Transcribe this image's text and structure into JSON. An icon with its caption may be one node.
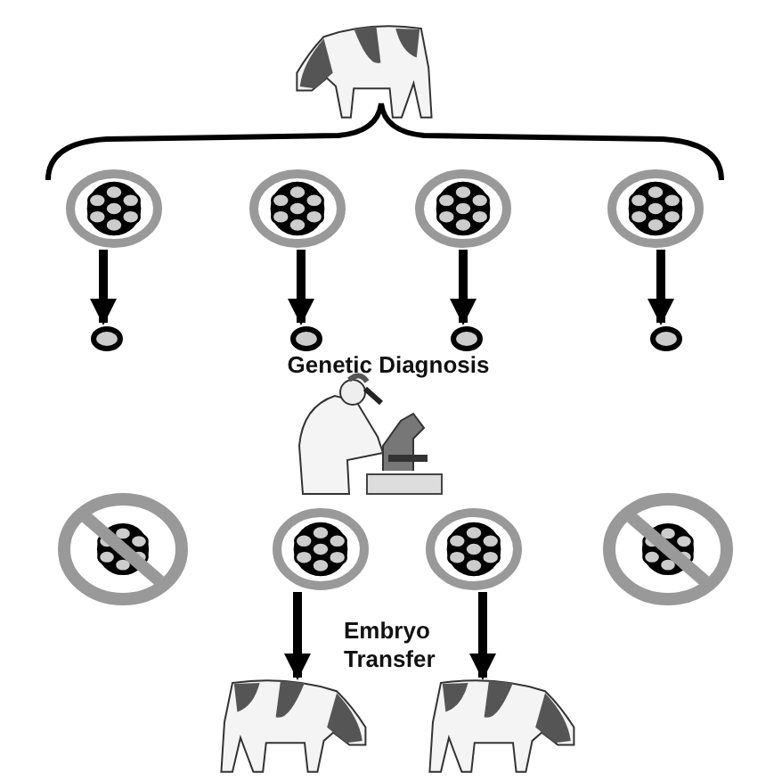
{
  "diagram": {
    "nodes": [
      {
        "text": [],
        "shape": "picture"
      },
      {
        "text": [],
        "shape": "circle"
      },
      {
        "text": [],
        "shape": "circle"
      },
      {
        "text": [],
        "shape": "circle"
      },
      {
        "text": [],
        "shape": "circle"
      },
      {
        "text": [],
        "shape": "circle"
      },
      {
        "text": [],
        "shape": "circle"
      },
      {
        "text": [],
        "shape": "circle"
      },
      {
        "text": [],
        "shape": "circle"
      },
      {
        "text": [],
        "shape": "circle"
      },
      {
        "text": [],
        "shape": "circle"
      },
      {
        "text": [],
        "shape": "circle"
      },
      {
        "text": [],
        "shape": "circle"
      },
      {
        "text": [],
        "shape": "picture"
      },
      {
        "text": [],
        "shape": "picture"
      }
    ],
    "edges": [
      {
        "from": 1,
        "to": 5,
        "arrow": "to"
      },
      {
        "from": 2,
        "to": 6,
        "arrow": "to"
      },
      {
        "from": 3,
        "to": 7,
        "arrow": "to"
      },
      {
        "from": 4,
        "to": 8,
        "arrow": "to"
      },
      {
        "from": 10,
        "to": 13,
        "arrow": "to"
      },
      {
        "from": 11,
        "to": 14,
        "arrow": "to"
      }
    ],
    "labels": [
      "Genetic Diagnosis",
      "Embryo Transfer"
    ]
  }
}
